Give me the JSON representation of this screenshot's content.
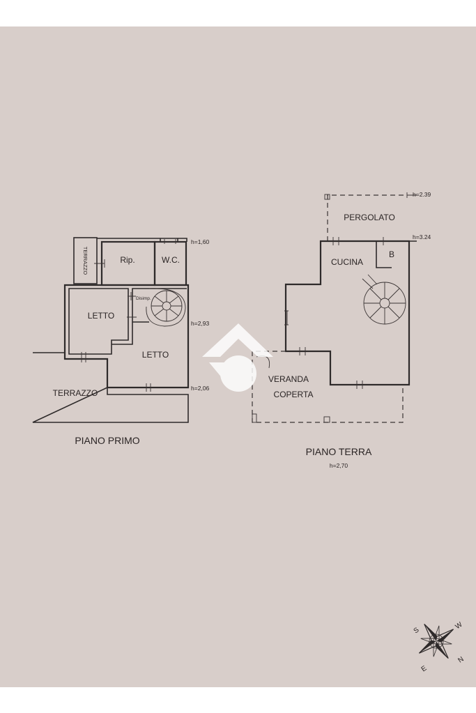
{
  "piano_primo": {
    "title": "PIANO PRIMO",
    "rooms": {
      "terrazzo_small": "TERRAZZO",
      "rip": "Rip.",
      "wc": "W.C.",
      "disimp": "Disimp.",
      "letto1": "LETTO",
      "letto2": "LETTO",
      "terrazzo": "TERRAZZO"
    },
    "heights": {
      "h1": "h=1,60",
      "h2": "h=2,93",
      "h3": "h=2,06"
    }
  },
  "piano_terra": {
    "title": "PIANO TERRA",
    "subtitle": "h=2,70",
    "rooms": {
      "pergolato": "PERGOLATO",
      "cucina": "CUCINA",
      "bagno": "B",
      "veranda1": "VERANDA",
      "veranda2": "COPERTA"
    },
    "heights": {
      "h1": "h=2.39",
      "h2": "h=3.24"
    }
  },
  "compass": {
    "n": "N",
    "s": "S",
    "e": "E",
    "w": "W",
    "icon": "compass-rose-icon"
  },
  "colors": {
    "paper": "#d8ceca",
    "ink": "#2e2a2a",
    "watermark": "#ffffff"
  }
}
